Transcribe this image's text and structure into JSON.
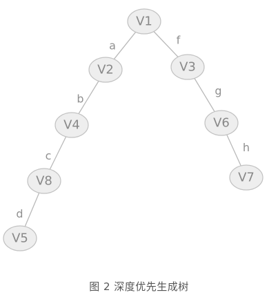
{
  "nodes": [
    {
      "id": "V1",
      "label": "V1"
    },
    {
      "id": "V2",
      "label": "V2"
    },
    {
      "id": "V3",
      "label": "V3"
    },
    {
      "id": "V4",
      "label": "V4"
    },
    {
      "id": "V6",
      "label": "V6"
    },
    {
      "id": "V8",
      "label": "V8"
    },
    {
      "id": "V7",
      "label": "V7"
    },
    {
      "id": "V5",
      "label": "V5"
    }
  ],
  "edges": [
    {
      "from": "V1",
      "to": "V2",
      "label": "a"
    },
    {
      "from": "V2",
      "to": "V4",
      "label": "b"
    },
    {
      "from": "V4",
      "to": "V8",
      "label": "c"
    },
    {
      "from": "V8",
      "to": "V5",
      "label": "d"
    },
    {
      "from": "V1",
      "to": "V3",
      "label": "f"
    },
    {
      "from": "V3",
      "to": "V6",
      "label": "g"
    },
    {
      "from": "V6",
      "to": "V7",
      "label": "h"
    }
  ],
  "caption": "图 2 深度优先生成树",
  "colors": {
    "node_fill": "#eeeeee",
    "node_stroke": "#c2c2c2",
    "edge_stroke": "#b9b9b9",
    "text": "#888888"
  }
}
